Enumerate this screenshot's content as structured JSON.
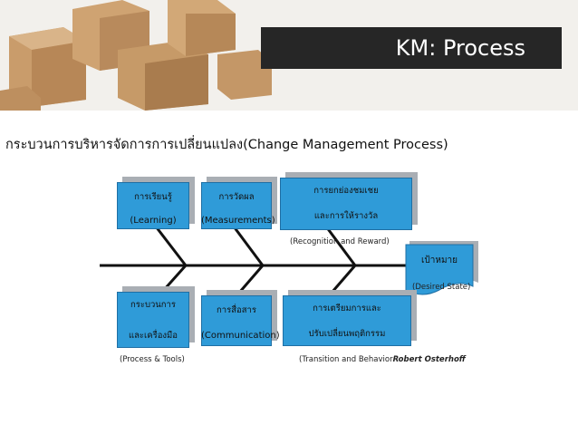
{
  "header": {
    "title": "KM: Process"
  },
  "subtitle": "กระบวนการบริหารจัดการการเปลี่ยนแปลง(Change Management Process)",
  "colors": {
    "card": "#2f9bd8",
    "spine": "#111111",
    "goal": "#2f9bd8",
    "titlebar": "#262626"
  },
  "diagram": {
    "top": [
      {
        "label": "การเรียนรู้",
        "caption": "(Learning)"
      },
      {
        "label": "การวัดผล",
        "caption": "(Measurements)"
      },
      {
        "label_line1": "การยกย่องชมเชย",
        "label_line2": "และการให้รางวัล",
        "note": "(Recognition and Reward)"
      }
    ],
    "bottom": [
      {
        "label_line1": "กระบวนการ",
        "label_line2": "และเครื่องมือ",
        "note": "(Process & Tools)"
      },
      {
        "label": "การสื่อสาร",
        "caption": "(Communication)"
      },
      {
        "label_line1": "การเตรียมการและ",
        "label_line2": "ปรับเปลี่ยนพฤติกรรม",
        "note": "(Transition and Behavior",
        "author": "Robert Osterhoff"
      }
    ],
    "goal": {
      "label": "เป้าหมาย",
      "caption": "(Desired State)"
    }
  }
}
